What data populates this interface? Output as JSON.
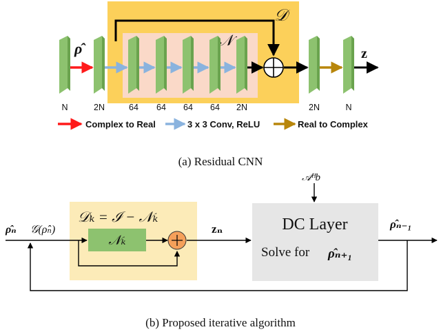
{
  "figure_a": {
    "caption": "(a) Residual CNN",
    "input_symbol": "ρ̂",
    "output_symbol": "z",
    "block_outer_symbol": "𝒟",
    "block_inner_symbol": "𝒩",
    "channel_labels": [
      "N",
      "2N",
      "64",
      "64",
      "64",
      "64",
      "2N",
      "2N",
      "N"
    ],
    "legend": [
      {
        "label": "Complex to Real",
        "color": "#ff1a1a"
      },
      {
        "label": "3 x 3 Conv, ReLU",
        "color": "#8ab3de"
      },
      {
        "label": "Real to Complex",
        "color": "#b8860b"
      }
    ]
  },
  "figure_b": {
    "caption": "(b) Proposed iterative algorithm",
    "input_symbol": "ρ̂ₙ",
    "g_symbol": "𝒢(ρ̂ₙ)",
    "dk_equation": "𝒟ₖ = ℐ − 𝒩ₖ",
    "nk_symbol": "𝒩ₖ",
    "zn_symbol": "zₙ",
    "top_input": "𝒜ᴴb",
    "dc_title": "DC Layer",
    "dc_subtitle_prefix": "Solve for",
    "dc_subtitle_symbol": "ρ̂ₙ₊₁",
    "output_symbol": "ρ̂ₙ₋₁"
  },
  "colors": {
    "outer_block": "#fcd05a",
    "inner_block": "#fad9c8",
    "layer": "#8dc26f",
    "layer_side": "#6aa34e",
    "dk_block": "#fcebb8",
    "nk_block": "#8dc26f",
    "dc_block": "#e6e6e6",
    "sum_node": "#f5a05a"
  }
}
